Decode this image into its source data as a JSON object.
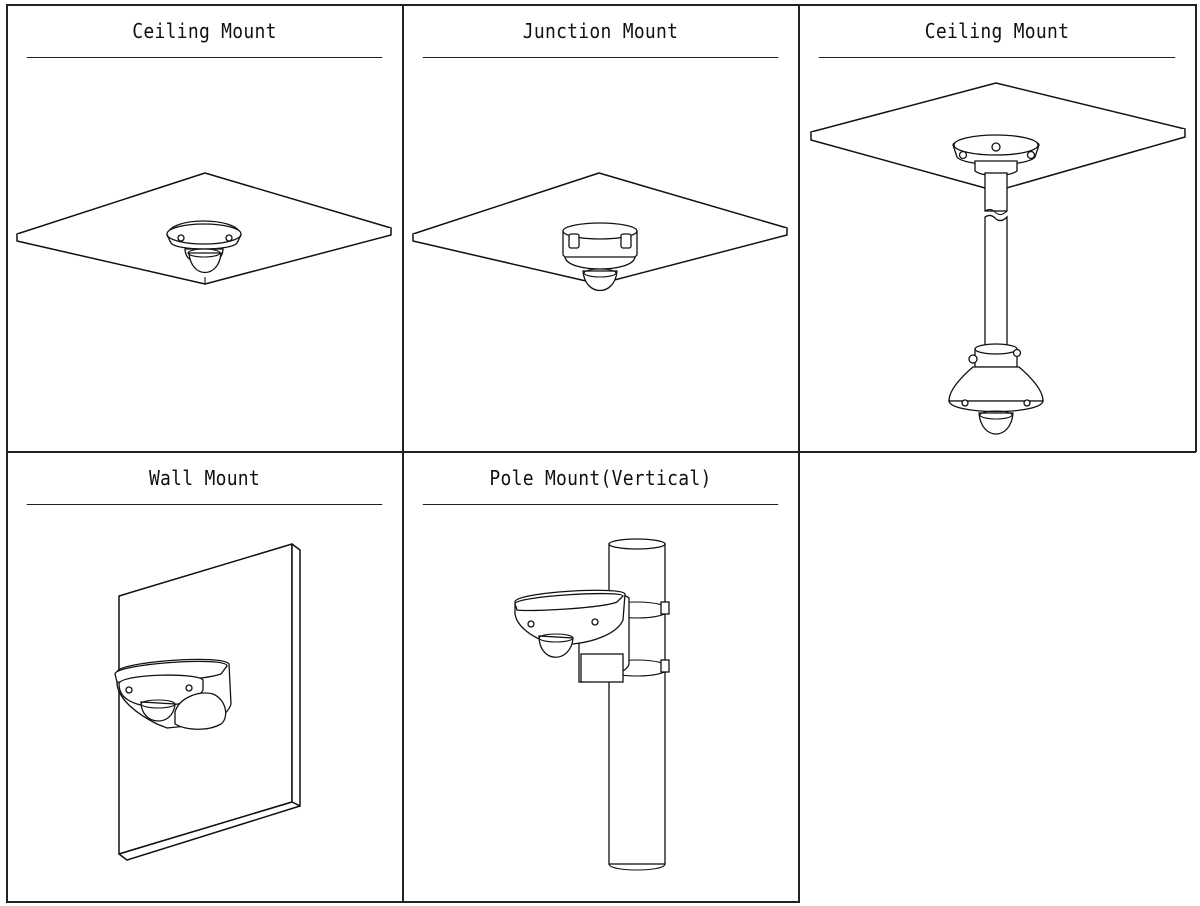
{
  "mounts": [
    {
      "title": "Ceiling Mount",
      "icon": "ceiling-mount-drawing"
    },
    {
      "title": "Junction Mount",
      "icon": "junction-mount-drawing"
    },
    {
      "title": "Ceiling Mount",
      "icon": "pendant-ceiling-mount-drawing"
    },
    {
      "title": "Wall Mount",
      "icon": "wall-mount-drawing"
    },
    {
      "title": "Pole Mount(Vertical)",
      "icon": "pole-mount-drawing"
    }
  ],
  "colors": {
    "line": "#111111",
    "background": "#ffffff"
  }
}
